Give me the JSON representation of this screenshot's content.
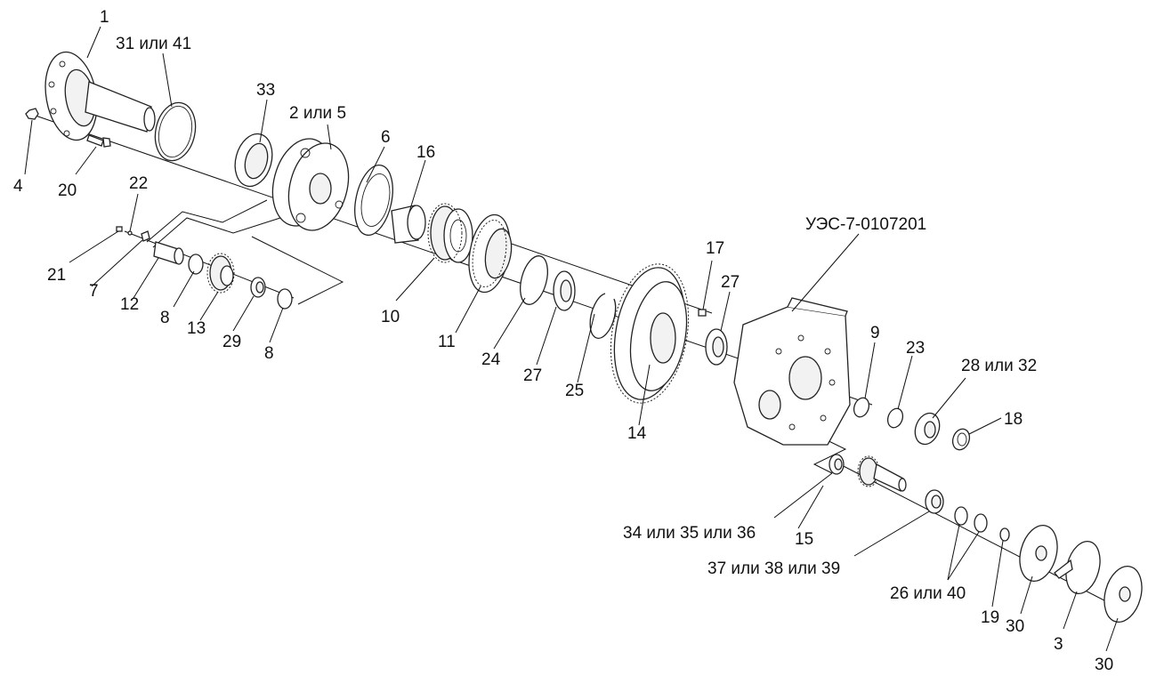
{
  "diagram": {
    "type": "exploded-assembly",
    "assembly_code": "УЭС-7-0107201",
    "callouts": [
      {
        "id": "c1",
        "text": "1"
      },
      {
        "id": "c31",
        "text": "31 или 41"
      },
      {
        "id": "c33",
        "text": "33"
      },
      {
        "id": "c2",
        "text": "2 или 5"
      },
      {
        "id": "c4",
        "text": "4"
      },
      {
        "id": "c20",
        "text": "20"
      },
      {
        "id": "c22",
        "text": "22"
      },
      {
        "id": "c6",
        "text": "6"
      },
      {
        "id": "c16",
        "text": "16"
      },
      {
        "id": "c21",
        "text": "21"
      },
      {
        "id": "c7",
        "text": "7"
      },
      {
        "id": "c12",
        "text": "12"
      },
      {
        "id": "c8a",
        "text": "8"
      },
      {
        "id": "c13",
        "text": "13"
      },
      {
        "id": "c29",
        "text": "29"
      },
      {
        "id": "c8b",
        "text": "8"
      },
      {
        "id": "c10",
        "text": "10"
      },
      {
        "id": "c11",
        "text": "11"
      },
      {
        "id": "c24",
        "text": "24"
      },
      {
        "id": "c27a",
        "text": "27"
      },
      {
        "id": "c25",
        "text": "25"
      },
      {
        "id": "c14",
        "text": "14"
      },
      {
        "id": "c17",
        "text": "17"
      },
      {
        "id": "c27b",
        "text": "27"
      },
      {
        "id": "cuez",
        "text": "УЭС-7-0107201"
      },
      {
        "id": "c9",
        "text": "9"
      },
      {
        "id": "c23",
        "text": "23"
      },
      {
        "id": "c28",
        "text": "28 или 32"
      },
      {
        "id": "c18",
        "text": "18"
      },
      {
        "id": "c34",
        "text": "34 или 35 или 36"
      },
      {
        "id": "c15",
        "text": "15"
      },
      {
        "id": "c37",
        "text": "37 или 38 или 39"
      },
      {
        "id": "c26",
        "text": "26 или 40"
      },
      {
        "id": "c19",
        "text": "19"
      },
      {
        "id": "c30a",
        "text": "30"
      },
      {
        "id": "c3",
        "text": "3"
      },
      {
        "id": "c30b",
        "text": "30"
      }
    ]
  }
}
